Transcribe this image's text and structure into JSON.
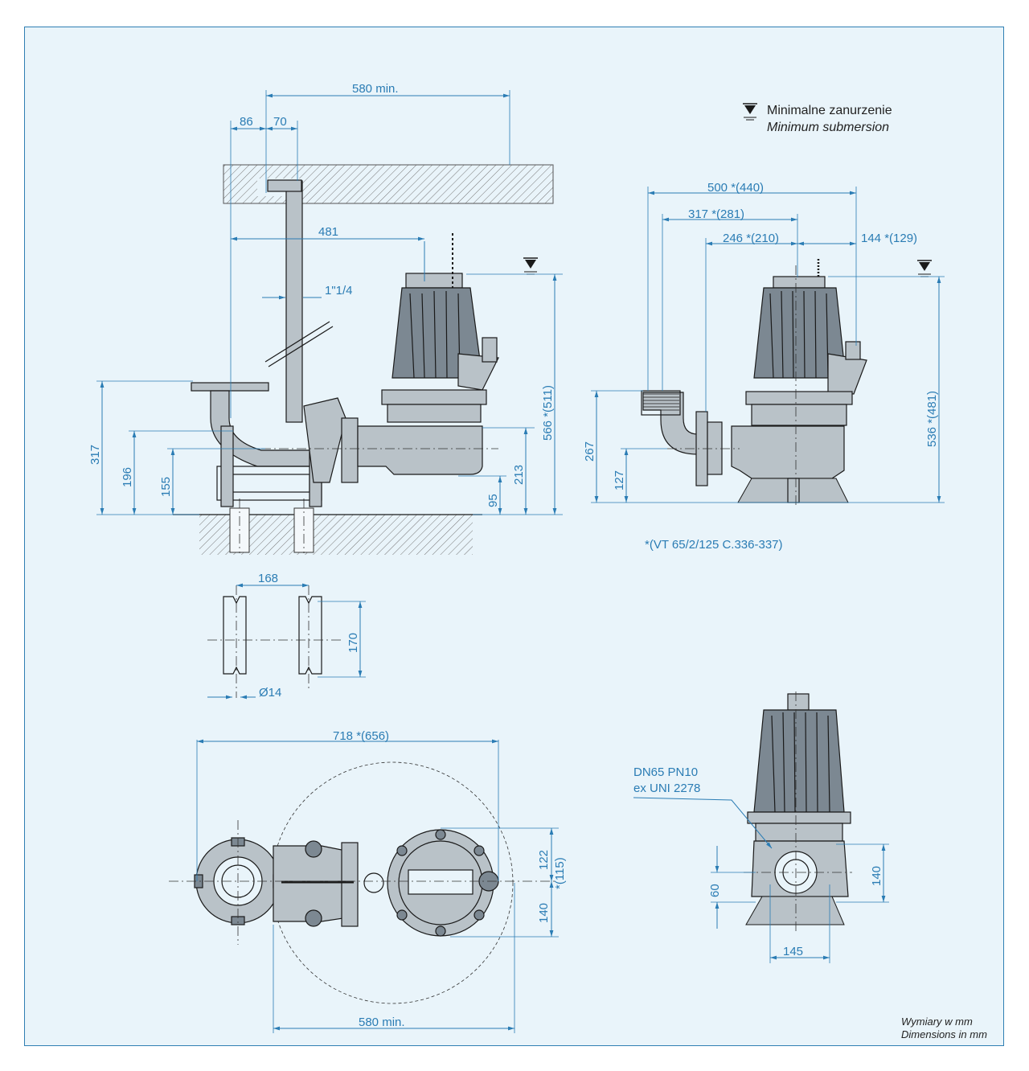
{
  "legend": {
    "submersion_pl": "Minimalne zanurzenie",
    "submersion_en": "Minimum submersion"
  },
  "side_view": {
    "dims": {
      "d580": "580 min.",
      "d86": "86",
      "d70": "70",
      "d481": "481",
      "d1_1_4": "1\"1/4",
      "d317": "317",
      "d196": "196",
      "d155": "155",
      "d95": "95",
      "d213": "213",
      "d566": "566 *(511)"
    }
  },
  "front_view": {
    "dims": {
      "d500": "500 *(440)",
      "d317": "317 *(281)",
      "d246": "246 *(210)",
      "d144": "144 *(129)",
      "d267": "267",
      "d127": "127",
      "d536": "536 *(481)"
    },
    "note": "*(VT 65/2/125 C.336-337)"
  },
  "foot_plan": {
    "dims": {
      "d168": "168",
      "d170": "170",
      "d14": "Ø14"
    }
  },
  "top_view": {
    "dims": {
      "d718": "718 *(656)",
      "d580": "580 min.",
      "d122": "122",
      "d115": "*(115)",
      "d140": "140"
    }
  },
  "outlet_view": {
    "flange_line1": "DN65 PN10",
    "flange_line2": "ex UNI 2278",
    "dims": {
      "d60": "60",
      "d140": "140",
      "d145": "145"
    }
  },
  "footer": {
    "line1": "Wymiary w mm",
    "line2": "Dimensions in mm"
  }
}
